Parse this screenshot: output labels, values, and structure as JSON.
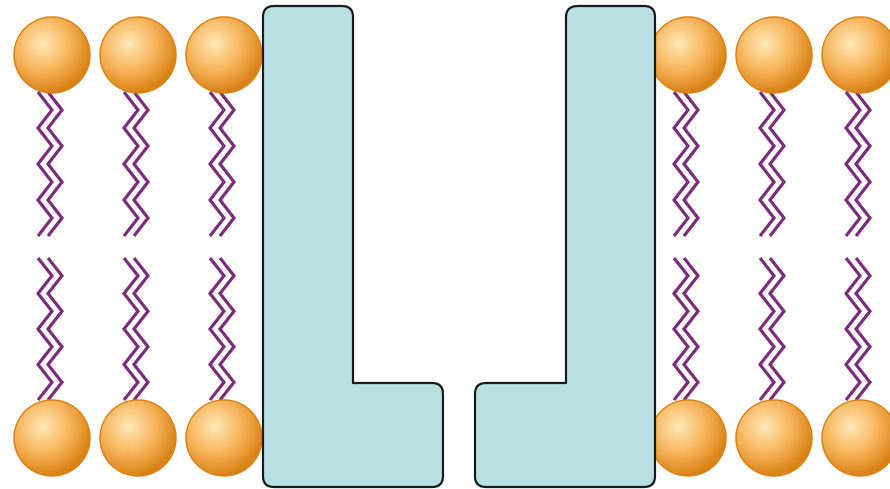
{
  "diagram": {
    "subject": "lipid-bilayer-with-channel-protein",
    "colors": {
      "head_light": "#ffe9b8",
      "head_mid": "#f7b45a",
      "head_dark": "#d98216",
      "tail": "#7b2d7b",
      "protein_fill": "#b9e0e3",
      "protein_stroke": "#1a1a1a"
    },
    "lipids": {
      "left_count": 3,
      "right_count": 3,
      "leaflets": [
        "outer",
        "inner"
      ]
    },
    "protein": {
      "subunits": [
        "left-subunit",
        "right-subunit"
      ]
    }
  }
}
